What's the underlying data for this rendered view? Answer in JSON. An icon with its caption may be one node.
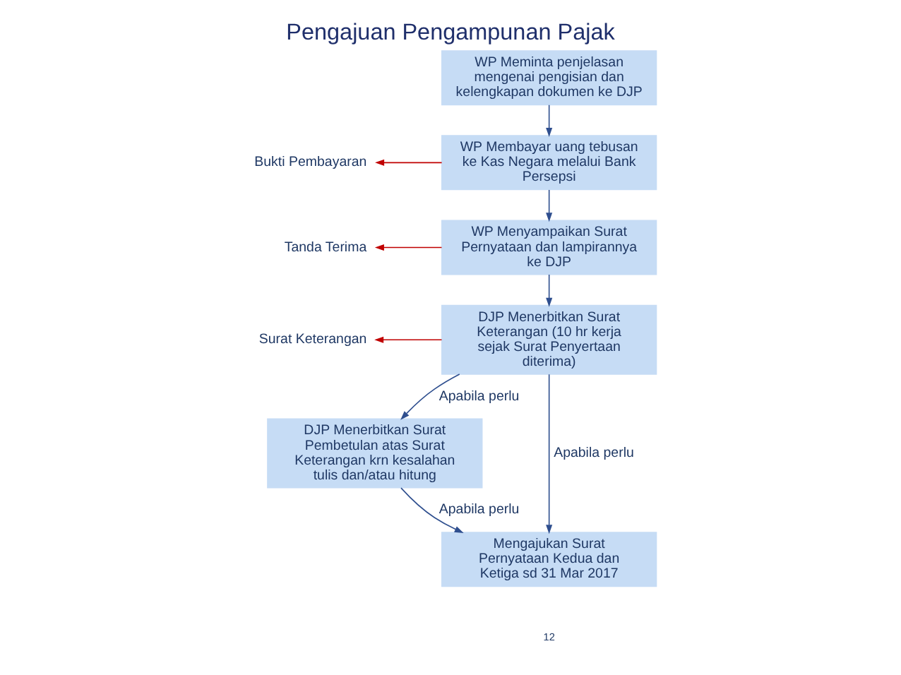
{
  "diagram": {
    "title": "Pengajuan Pengampunan Pajak",
    "nodes": [
      {
        "text": [
          "WP Meminta penjelasan mengenai pengisian dan kelengkapan dokumen ke DJP"
        ]
      },
      {
        "text": [
          "WP Membayar uang tebusan ke Kas Negara melalui Bank Persepsi"
        ]
      },
      {
        "text": [
          "WP Menyampaikan Surat Pernyataan dan lampirannya ke DJP"
        ]
      },
      {
        "text": [
          "DJP Menerbitkan Surat Keterangan (10 hr kerja sejak Surat Penyertaan diterima)"
        ]
      },
      {
        "text": [
          "DJP Menerbitkan Surat Pembetulan atas Surat Keterangan krn kesalahan tulis dan/atau hitung"
        ]
      },
      {
        "text": [
          "Mengajukan Surat Pernyataan Kedua dan Ketiga sd 31 Mar 2017"
        ]
      },
      {
        "text": [
          "Bukti Pembayaran"
        ]
      },
      {
        "text": [
          "Tanda Terima"
        ]
      },
      {
        "text": [
          "Surat Keterangan"
        ]
      }
    ],
    "edges": [
      {
        "from": 0,
        "to": 1,
        "arrow": "to"
      },
      {
        "from": 1,
        "to": 2,
        "arrow": "to"
      },
      {
        "from": 2,
        "to": 3,
        "arrow": "to"
      },
      {
        "from": 1,
        "to": 6,
        "arrow": "to",
        "color": "#c00000"
      },
      {
        "from": 2,
        "to": 7,
        "arrow": "to",
        "color": "#c00000"
      },
      {
        "from": 3,
        "to": 8,
        "arrow": "to",
        "color": "#c00000"
      },
      {
        "from": 3,
        "to": 4,
        "arrow": "to",
        "label": "Apabila perlu"
      },
      {
        "from": 3,
        "to": 5,
        "arrow": "to",
        "label": "Apabila perlu"
      },
      {
        "from": 4,
        "to": 5,
        "arrow": "to",
        "label": "Apabila perlu"
      }
    ],
    "labels": [
      "12"
    ]
  }
}
